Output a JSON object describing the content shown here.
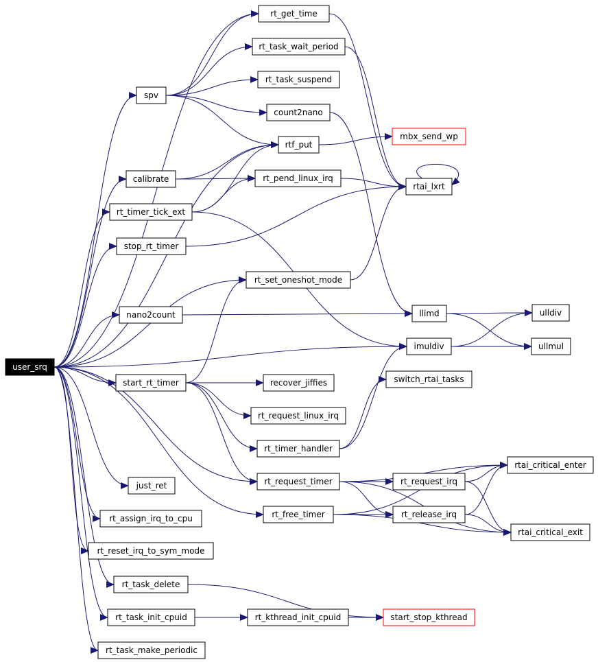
{
  "graph": {
    "colors": {
      "edge": "#191970",
      "node_border": "#000000",
      "external_border": "#ff0000",
      "root_fill": "#000000",
      "root_text": "#ffffff"
    },
    "nodes": {
      "user_srq": "user_srq",
      "rt_get_time": "rt_get_time",
      "rt_task_wait_period": "rt_task_wait_period",
      "rt_task_suspend": "rt_task_suspend",
      "spv": "spv",
      "count2nano": "count2nano",
      "mbx_send_wp": "mbx_send_wp",
      "rtf_put": "rtf_put",
      "calibrate": "calibrate",
      "rt_pend_linux_irq": "rt_pend_linux_irq",
      "rtai_lxrt": "rtai_lxrt",
      "rt_timer_tick_ext": "rt_timer_tick_ext",
      "stop_rt_timer": "stop_rt_timer",
      "rt_set_oneshot_mode": "rt_set_oneshot_mode",
      "nano2count": "nano2count",
      "llimd": "llimd",
      "ulldiv": "ulldiv",
      "imuldiv": "imuldiv",
      "ullmul": "ullmul",
      "start_rt_timer": "start_rt_timer",
      "switch_rtai_tasks": "switch_rtai_tasks",
      "recover_jiffies": "recover_jiffies",
      "rt_request_linux_irq": "rt_request_linux_irq",
      "rt_timer_handler": "rt_timer_handler",
      "rtai_critical_enter": "rtai_critical_enter",
      "rt_request_timer": "rt_request_timer",
      "rt_request_irq": "rt_request_irq",
      "just_ret": "just_ret",
      "rt_free_timer": "rt_free_timer",
      "rt_release_irq": "rt_release_irq",
      "rt_assign_irq_to_cpu": "rt_assign_irq_to_cpu",
      "rtai_critical_exit": "rtai_critical_exit",
      "rt_reset_irq_to_sym_mode": "rt_reset_irq_to_sym_mode",
      "rt_task_delete": "rt_task_delete",
      "rt_task_init_cpuid": "rt_task_init_cpuid",
      "rt_kthread_init_cpuid": "rt_kthread_init_cpuid",
      "start_stop_kthread": "start_stop_kthread",
      "rt_task_make_periodic": "rt_task_make_periodic"
    },
    "external_nodes": [
      "mbx_send_wp",
      "start_stop_kthread"
    ],
    "root": "user_srq",
    "edges": [
      [
        "user_srq",
        "rt_get_time"
      ],
      [
        "user_srq",
        "spv"
      ],
      [
        "user_srq",
        "rtf_put"
      ],
      [
        "user_srq",
        "calibrate"
      ],
      [
        "user_srq",
        "rt_timer_tick_ext"
      ],
      [
        "user_srq",
        "stop_rt_timer"
      ],
      [
        "user_srq",
        "rt_set_oneshot_mode"
      ],
      [
        "user_srq",
        "nano2count"
      ],
      [
        "user_srq",
        "imuldiv"
      ],
      [
        "user_srq",
        "start_rt_timer"
      ],
      [
        "user_srq",
        "rt_request_timer"
      ],
      [
        "user_srq",
        "just_ret"
      ],
      [
        "user_srq",
        "rt_free_timer"
      ],
      [
        "user_srq",
        "rt_assign_irq_to_cpu"
      ],
      [
        "user_srq",
        "rt_reset_irq_to_sym_mode"
      ],
      [
        "user_srq",
        "rt_task_delete"
      ],
      [
        "user_srq",
        "rt_task_init_cpuid"
      ],
      [
        "user_srq",
        "rt_task_make_periodic"
      ],
      [
        "spv",
        "rt_get_time"
      ],
      [
        "spv",
        "rt_task_wait_period"
      ],
      [
        "spv",
        "rt_task_suspend"
      ],
      [
        "spv",
        "count2nano"
      ],
      [
        "spv",
        "rtf_put"
      ],
      [
        "rt_get_time",
        "rtai_lxrt"
      ],
      [
        "rt_task_wait_period",
        "rtai_lxrt"
      ],
      [
        "count2nano",
        "llimd"
      ],
      [
        "rtf_put",
        "mbx_send_wp"
      ],
      [
        "calibrate",
        "rtf_put"
      ],
      [
        "calibrate",
        "rt_pend_linux_irq"
      ],
      [
        "rt_timer_tick_ext",
        "rtf_put"
      ],
      [
        "rt_timer_tick_ext",
        "rt_pend_linux_irq"
      ],
      [
        "rt_timer_tick_ext",
        "imuldiv"
      ],
      [
        "rt_pend_linux_irq",
        "rtai_lxrt"
      ],
      [
        "rtai_lxrt",
        "rtai_lxrt"
      ],
      [
        "stop_rt_timer",
        "rtai_lxrt"
      ],
      [
        "rt_set_oneshot_mode",
        "rtai_lxrt"
      ],
      [
        "nano2count",
        "llimd"
      ],
      [
        "llimd",
        "ulldiv"
      ],
      [
        "llimd",
        "ullmul"
      ],
      [
        "imuldiv",
        "ulldiv"
      ],
      [
        "imuldiv",
        "ullmul"
      ],
      [
        "start_rt_timer",
        "rt_set_oneshot_mode"
      ],
      [
        "start_rt_timer",
        "recover_jiffies"
      ],
      [
        "start_rt_timer",
        "rt_request_linux_irq"
      ],
      [
        "start_rt_timer",
        "rt_timer_handler"
      ],
      [
        "start_rt_timer",
        "rt_request_timer"
      ],
      [
        "rt_timer_handler",
        "imuldiv"
      ],
      [
        "rt_timer_handler",
        "switch_rtai_tasks"
      ],
      [
        "rt_request_timer",
        "rtai_critical_enter"
      ],
      [
        "rt_request_timer",
        "rt_request_irq"
      ],
      [
        "rt_request_timer",
        "rt_release_irq"
      ],
      [
        "rt_request_timer",
        "rtai_critical_exit"
      ],
      [
        "rt_request_irq",
        "rtai_critical_enter"
      ],
      [
        "rt_request_irq",
        "rtai_critical_exit"
      ],
      [
        "rt_free_timer",
        "rtai_critical_enter"
      ],
      [
        "rt_free_timer",
        "rt_release_irq"
      ],
      [
        "rt_free_timer",
        "rtai_critical_exit"
      ],
      [
        "rt_release_irq",
        "rtai_critical_enter"
      ],
      [
        "rt_release_irq",
        "rtai_critical_exit"
      ],
      [
        "rt_task_delete",
        "start_stop_kthread"
      ],
      [
        "rt_task_init_cpuid",
        "rt_kthread_init_cpuid"
      ],
      [
        "rt_kthread_init_cpuid",
        "start_stop_kthread"
      ]
    ]
  }
}
